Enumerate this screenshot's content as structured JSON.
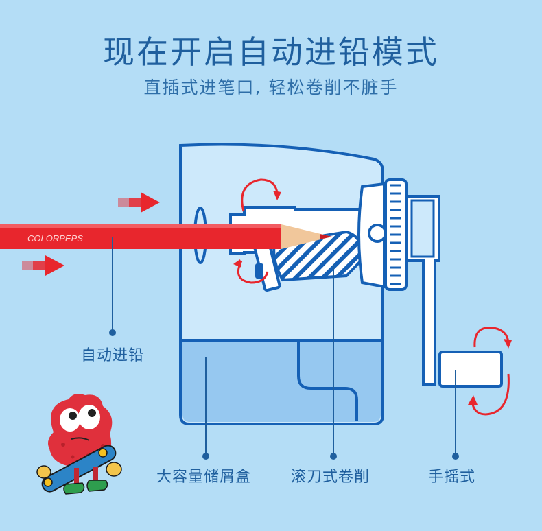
{
  "page": {
    "title": "现在开启自动进铅模式",
    "subtitle": "直插式进笔口, 轻松卷削不脏手"
  },
  "pencil": {
    "brand": "COLORPEPS"
  },
  "callouts": {
    "auto_feed": "自动进铅",
    "storage_box": "大容量储屑盒",
    "roller_blade": "滚刀式卷削",
    "hand_crank": "手摇式"
  },
  "colors": {
    "background": "#b4ddf6",
    "outline": "#1560b5",
    "arrow_red": "#e8262d",
    "title_blue": "#1f5f9e"
  }
}
